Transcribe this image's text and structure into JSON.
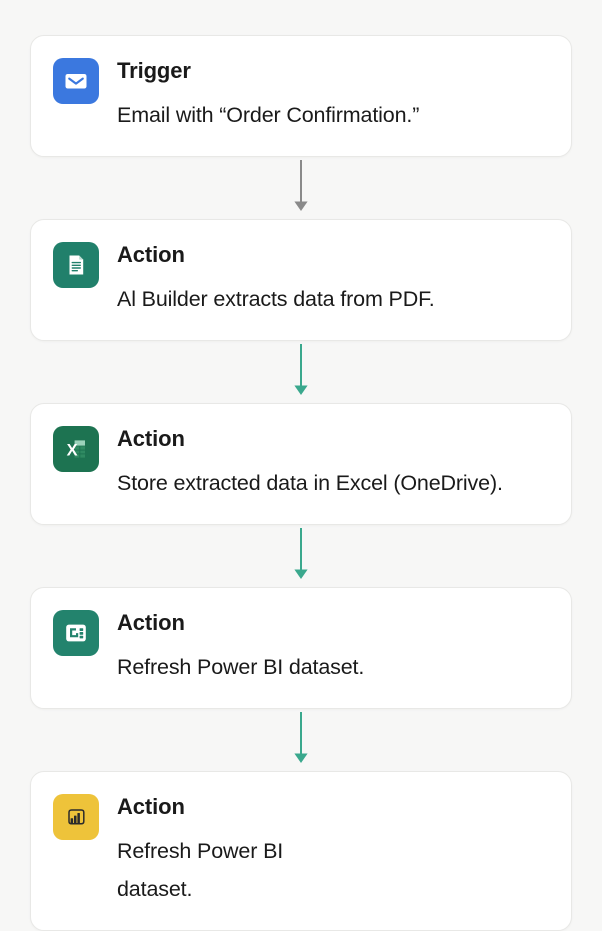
{
  "page": {
    "background_color": "#f7f7f6",
    "card_background": "#ffffff",
    "card_border_color": "#e8e8e6"
  },
  "flow": {
    "steps": [
      {
        "id": "trigger-email",
        "title": "Trigger",
        "description": "Email with “Order Confirmation.”",
        "icon": "envelope-icon",
        "icon_tile_color": "#3b78df",
        "icon_glyph_color": "#ffffff"
      },
      {
        "id": "action-ai-builder",
        "title": "Action",
        "description": "Al Builder extracts data from PDF.",
        "icon": "document-icon",
        "icon_tile_color": "#21806b",
        "icon_glyph_color": "#ffffff"
      },
      {
        "id": "action-excel",
        "title": "Action",
        "description": "Store extracted data in Excel (OneDrive).",
        "icon": "excel-icon",
        "icon_tile_color": "#1d7351",
        "icon_glyph_color": "#ffffff"
      },
      {
        "id": "action-powerbi-refresh",
        "title": "Action",
        "description": "Refresh Power BI dataset.",
        "icon": "dashboard-icon",
        "icon_tile_color": "#23836d",
        "icon_glyph_color": "#ffffff"
      },
      {
        "id": "action-powerbi-refresh-2",
        "title": "Action",
        "description": "Refresh Power BI\ndataset.",
        "icon": "power-bi-icon",
        "icon_tile_color": "#eec33a",
        "icon_glyph_color": "#2b2b2b"
      }
    ],
    "connectors": [
      {
        "id": "connector-1",
        "from": "trigger-email",
        "to": "action-ai-builder",
        "color": "#8a8a8a"
      },
      {
        "id": "connector-2",
        "from": "action-ai-builder",
        "to": "action-excel",
        "color": "#3aa88d"
      },
      {
        "id": "connector-3",
        "from": "action-excel",
        "to": "action-powerbi-refresh",
        "color": "#3aa88d"
      },
      {
        "id": "connector-4",
        "from": "action-powerbi-refresh",
        "to": "action-powerbi-refresh-2",
        "color": "#3aa88d"
      }
    ]
  }
}
